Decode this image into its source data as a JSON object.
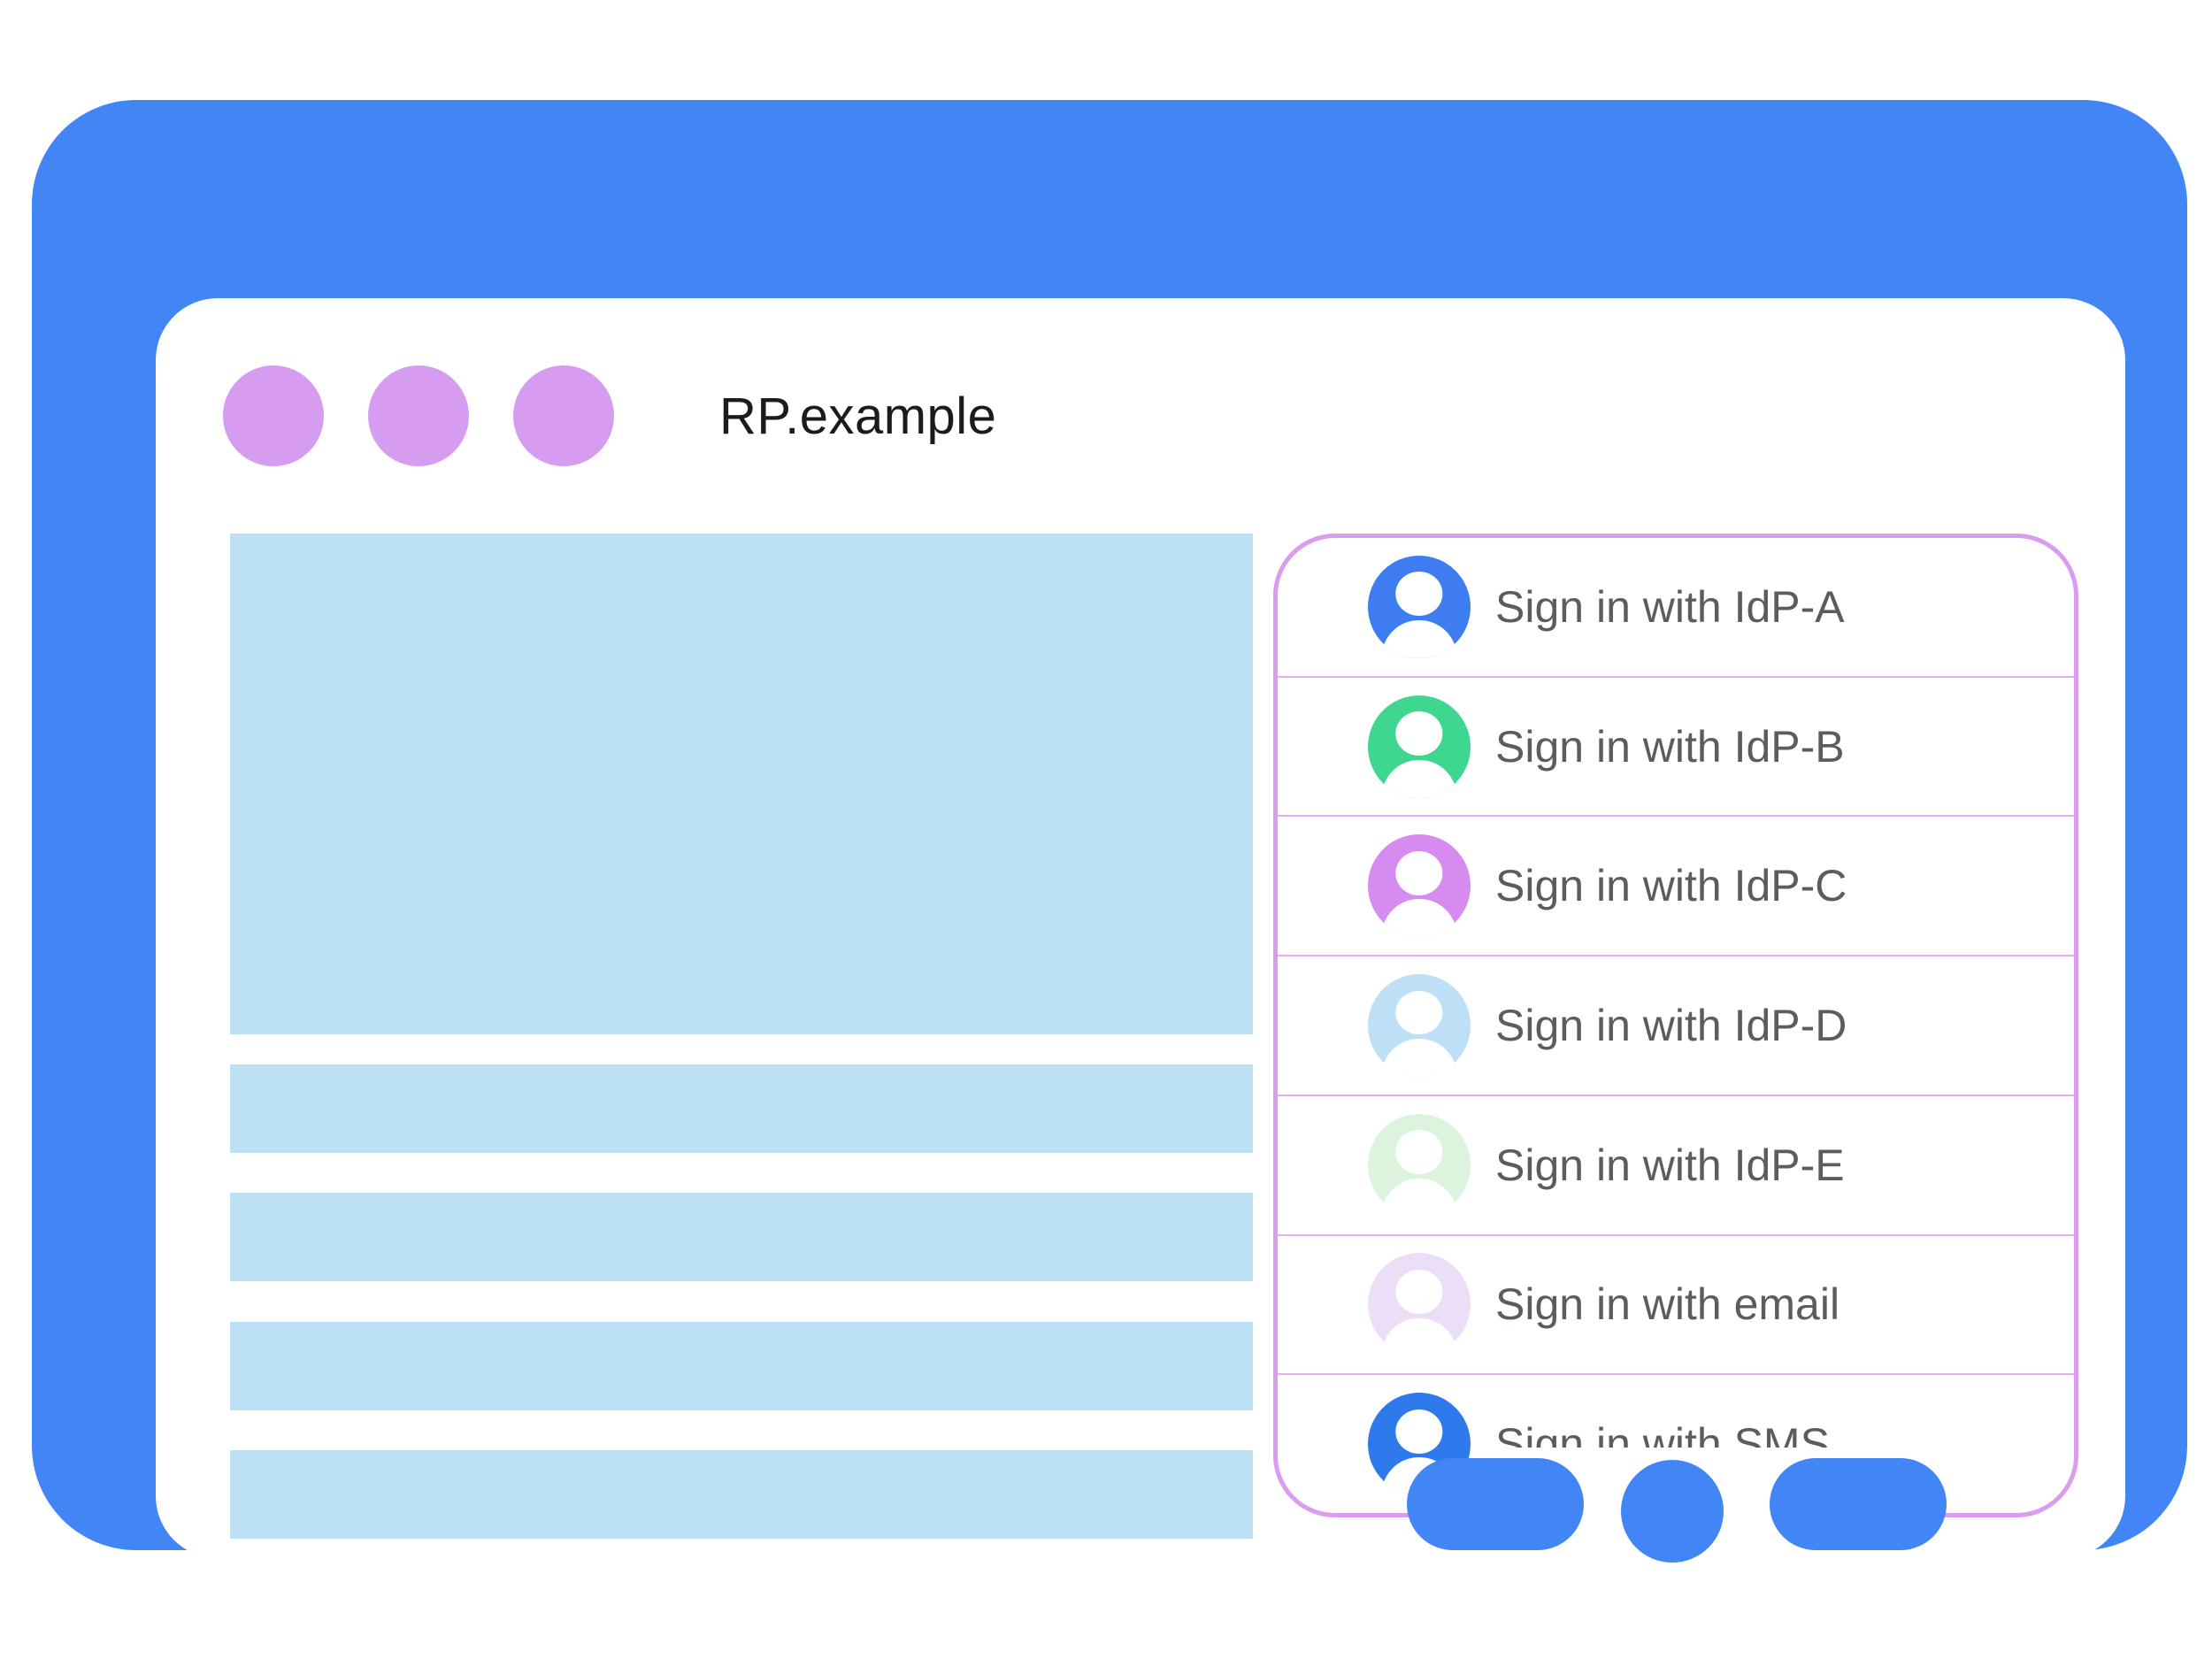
{
  "window": {
    "title": "RP.example",
    "control_dot_count": 3,
    "colors": {
      "frame_blue": "#4285F4",
      "control_dots": "#D69CF0",
      "content_placeholder": "#BCE0F4"
    }
  },
  "content_placeholders": {
    "hero_blocks": 1,
    "text_lines": 4
  },
  "account_chooser": {
    "border_color": "#DB9CEF",
    "divider_color": "#E2AFEF",
    "label_color": "#595C61",
    "options": [
      {
        "label": "Sign in with IdP-A",
        "icon": "person-icon",
        "avatar_color": "#3D7CF1",
        "style": "--c:#3D7CF1"
      },
      {
        "label": "Sign in with IdP-B",
        "icon": "person-icon",
        "avatar_color": "#3FD78F",
        "style": "--c:#3FD78F"
      },
      {
        "label": "Sign in with IdP-C",
        "icon": "person-icon",
        "avatar_color": "#D58BEF",
        "style": "--c:#D58BEF"
      },
      {
        "label": "Sign in with IdP-D",
        "icon": "person-icon",
        "avatar_color": "#BEE0F6",
        "style": "--c:#BEE0F6"
      },
      {
        "label": "Sign in with IdP-E",
        "icon": "person-icon",
        "avatar_color": "#DCF3DE",
        "style": "--c:#DCF3DE"
      },
      {
        "label": "Sign in with email",
        "icon": "person-icon",
        "avatar_color": "#EBDEF6",
        "style": "--c:#EBDEF6"
      },
      {
        "label": "Sign in with SMS",
        "icon": "person-icon",
        "avatar_color": "#2E79EC",
        "style": "--c:#2E79EC"
      }
    ]
  },
  "device": {
    "home_button_color": "#4285F4"
  }
}
